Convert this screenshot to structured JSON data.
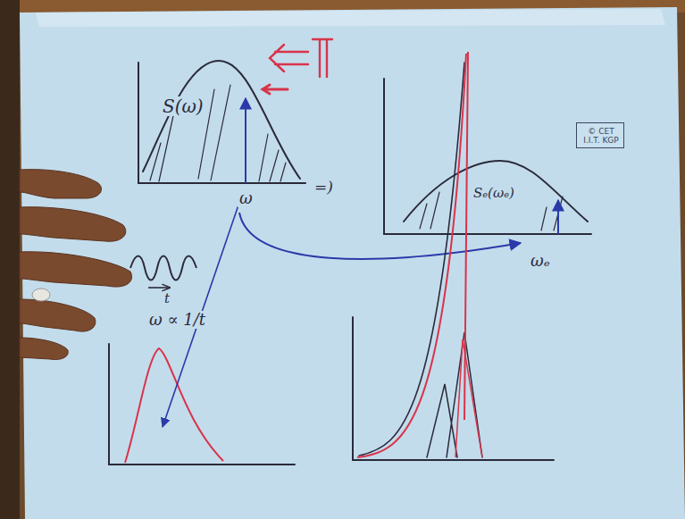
{
  "diagram": {
    "nodes": [
      {
        "text": [
          "© CET I.I.T. KGP"
        ]
      }
    ],
    "labels": [
      "S(ω)",
      "ω",
      "=)",
      "Sₑ(ωₑ)",
      "ωₑ",
      "t",
      "ω ∝ 1/t"
    ]
  }
}
